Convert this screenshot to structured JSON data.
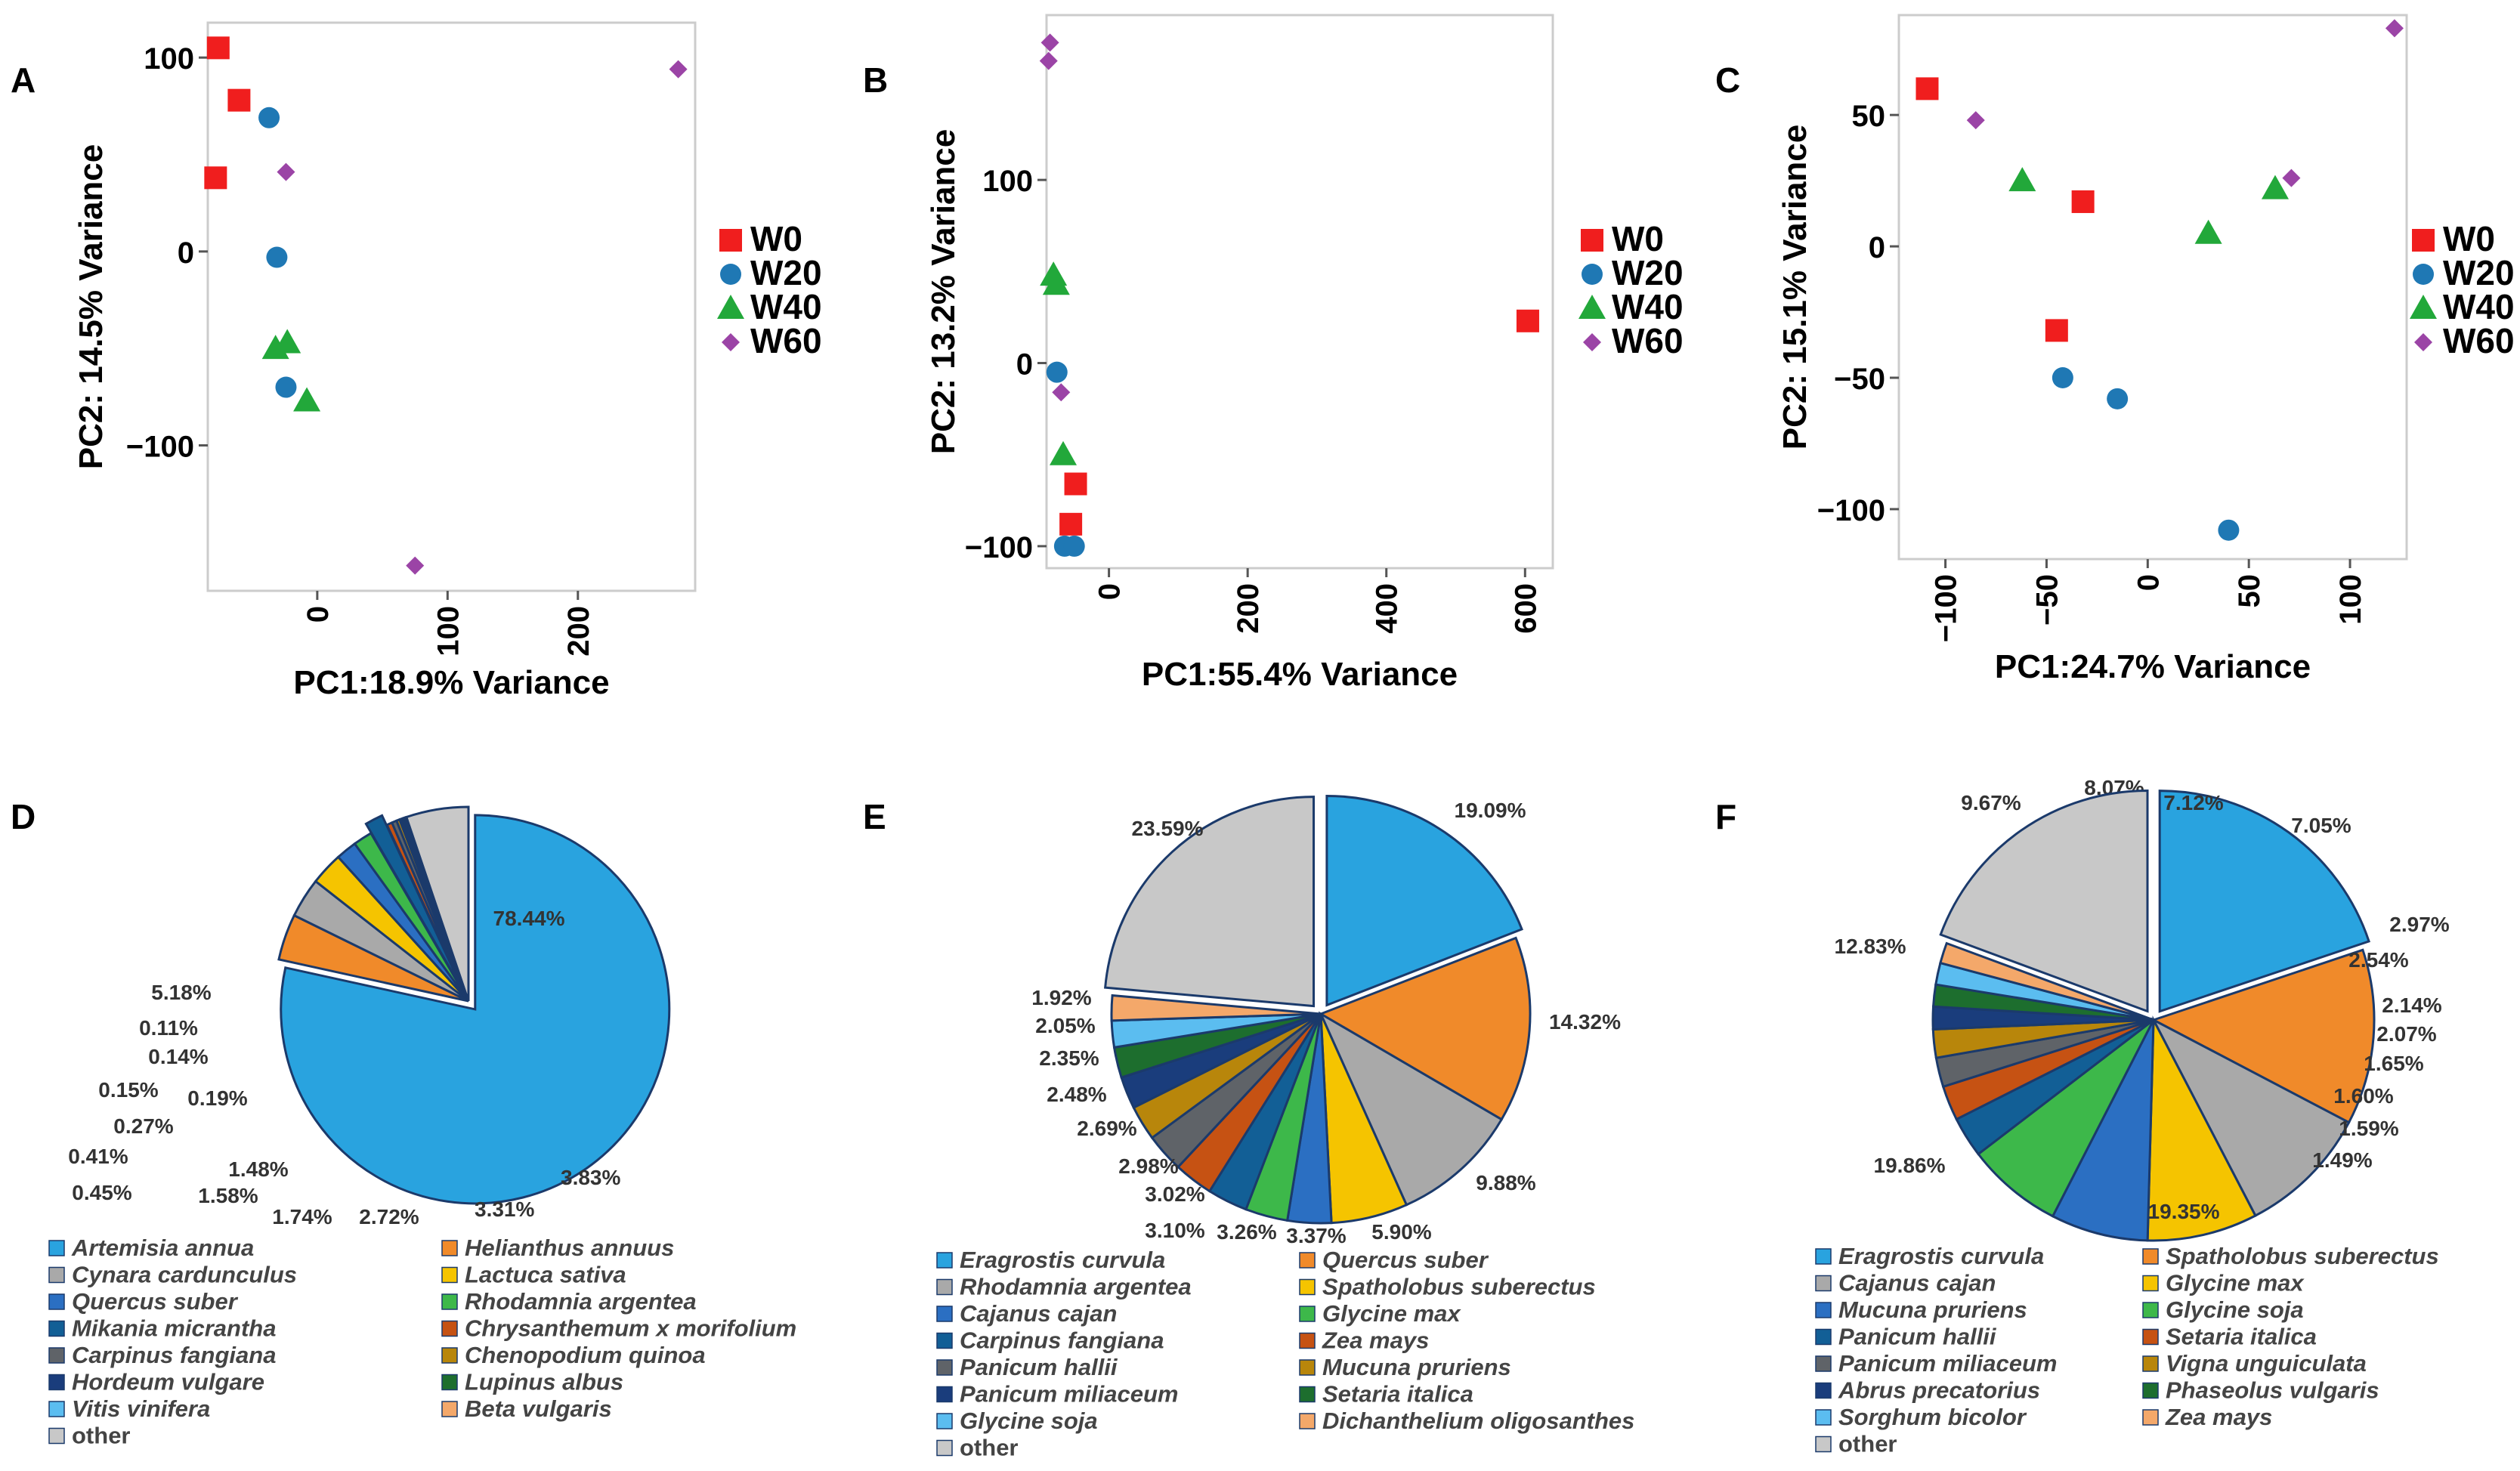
{
  "groups": [
    "W0",
    "W20",
    "W40",
    "W60"
  ],
  "colors": {
    "W0": "#f01e1e",
    "W20": "#1f78b4",
    "W40": "#22a83a",
    "W60": "#9b44a6"
  },
  "chart_data": [
    {
      "panel": "A",
      "type": "scatter",
      "xlabel": "PC1:18.9% Variance",
      "ylabel": "PC2:  14.5% Variance",
      "xlim": [
        -84,
        290
      ],
      "ylim": [
        -175,
        118
      ],
      "xticks": [
        0,
        100,
        200
      ],
      "yticks": [
        -100,
        0,
        100
      ],
      "series": [
        {
          "name": "W0",
          "marker": "square",
          "points": [
            [
              -76,
              105
            ],
            [
              -60,
              78
            ],
            [
              -78,
              38
            ]
          ]
        },
        {
          "name": "W20",
          "marker": "circle",
          "points": [
            [
              -37,
              69
            ],
            [
              -31,
              -3
            ],
            [
              -24,
              -70
            ]
          ]
        },
        {
          "name": "W40",
          "marker": "triangle",
          "points": [
            [
              -32,
              -50
            ],
            [
              -23,
              -47
            ],
            [
              -8,
              -77
            ]
          ]
        },
        {
          "name": "W60",
          "marker": "diamond",
          "points": [
            [
              277,
              94
            ],
            [
              -24,
              41
            ],
            [
              75,
              -162
            ]
          ]
        }
      ]
    },
    {
      "panel": "B",
      "type": "scatter",
      "xlabel": "PC1:55.4% Variance",
      "ylabel": "PC2:  13.2% Variance",
      "xlim": [
        -90,
        640
      ],
      "ylim": [
        -112,
        190
      ],
      "xticks": [
        0,
        200,
        400,
        600
      ],
      "yticks": [
        -100,
        0,
        100
      ],
      "series": [
        {
          "name": "W0",
          "marker": "square",
          "points": [
            [
              604,
              23
            ],
            [
              -48,
              -66
            ],
            [
              -55,
              -88
            ]
          ]
        },
        {
          "name": "W20",
          "marker": "circle",
          "points": [
            [
              -75,
              -5
            ],
            [
              -64,
              -100
            ],
            [
              -50,
              -100
            ]
          ]
        },
        {
          "name": "W40",
          "marker": "triangle",
          "points": [
            [
              -80,
              48
            ],
            [
              -76,
              43
            ],
            [
              -66,
              -50
            ]
          ]
        },
        {
          "name": "W60",
          "marker": "diamond",
          "points": [
            [
              -85,
              175
            ],
            [
              -87,
              165
            ],
            [
              -69,
              -16
            ]
          ]
        }
      ]
    },
    {
      "panel": "C",
      "type": "scatter",
      "xlabel": "PC1:24.7% Variance",
      "ylabel": "PC2:  15.1% Variance",
      "xlim": [
        -123,
        128
      ],
      "ylim": [
        -119,
        88
      ],
      "xticks": [
        -100,
        -50,
        0,
        50,
        100
      ],
      "yticks": [
        -100,
        -50,
        0,
        50
      ],
      "series": [
        {
          "name": "W0",
          "marker": "square",
          "points": [
            [
              -109,
              60
            ],
            [
              -32,
              17
            ],
            [
              -45,
              -32
            ]
          ]
        },
        {
          "name": "W20",
          "marker": "circle",
          "points": [
            [
              -42,
              -50
            ],
            [
              -15,
              -58
            ],
            [
              40,
              -108
            ]
          ]
        },
        {
          "name": "W40",
          "marker": "triangle",
          "points": [
            [
              -62,
              25
            ],
            [
              30,
              5
            ],
            [
              63,
              22
            ]
          ]
        },
        {
          "name": "W60",
          "marker": "diamond",
          "points": [
            [
              -85,
              48
            ],
            [
              71,
              26
            ],
            [
              122,
              83
            ]
          ]
        }
      ]
    },
    {
      "panel": "D",
      "type": "pie",
      "slices": [
        {
          "label": "Artemisia annua",
          "value": 78.44,
          "color": "#29a3df"
        },
        {
          "label": "Helianthus annuus",
          "value": 3.83,
          "color": "#f08a2a"
        },
        {
          "label": "Cynara cardunculus",
          "value": 3.31,
          "color": "#a9a9a9"
        },
        {
          "label": "Lactuca sativa",
          "value": 2.72,
          "color": "#f5c400"
        },
        {
          "label": "Quercus suber",
          "value": 1.74,
          "color": "#2b6fc2"
        },
        {
          "label": "Rhodamnia argentea",
          "value": 1.58,
          "color": "#3db84a"
        },
        {
          "label": "Mikania micrantha",
          "value": 1.48,
          "color": "#125f96"
        },
        {
          "label": "Chrysanthemum x morifolium",
          "value": 0.45,
          "color": "#c65213"
        },
        {
          "label": "Carpinus fangiana",
          "value": 0.41,
          "color": "#5f6368"
        },
        {
          "label": "Chenopodium quinoa",
          "value": 0.27,
          "color": "#b8860b"
        },
        {
          "label": "Hordeum vulgare",
          "value": 0.15,
          "color": "#1a3d7c"
        },
        {
          "label": "Lupinus albus",
          "value": 0.19,
          "color": "#1d6e2e"
        },
        {
          "label": "Vitis vinifera",
          "value": 0.14,
          "color": "#5bbdf0"
        },
        {
          "label": "Beta vulgaris",
          "value": 0.11,
          "color": "#f4a86a"
        },
        {
          "label": "other",
          "value": 5.18,
          "color": "#c8c8c8"
        }
      ],
      "legend": [
        "Artemisia annua",
        "Helianthus annuus",
        "Cynara cardunculus",
        "Lactuca sativa",
        "Quercus suber",
        "Rhodamnia argentea",
        "Mikania micrantha",
        "Chrysanthemum x morifolium",
        "Carpinus fangiana",
        "Chenopodium quinoa",
        "Hordeum vulgare",
        "Lupinus albus",
        "Vitis vinifera",
        "Beta vulgaris",
        "other"
      ]
    },
    {
      "panel": "E",
      "type": "pie",
      "slices": [
        {
          "label": "Eragrostis curvula",
          "value": 19.09,
          "color": "#29a3df"
        },
        {
          "label": "Quercus suber",
          "value": 14.32,
          "color": "#f08a2a"
        },
        {
          "label": "Rhodamnia argentea",
          "value": 9.88,
          "color": "#a9a9a9"
        },
        {
          "label": "Spatholobus suberectus",
          "value": 5.9,
          "color": "#f5c400"
        },
        {
          "label": "Cajanus cajan",
          "value": 3.37,
          "color": "#2b6fc2"
        },
        {
          "label": "Glycine max",
          "value": 3.26,
          "color": "#3db84a"
        },
        {
          "label": "Carpinus fangiana",
          "value": 3.1,
          "color": "#125f96"
        },
        {
          "label": "Zea mays",
          "value": 3.02,
          "color": "#c65213"
        },
        {
          "label": "Panicum hallii",
          "value": 2.98,
          "color": "#5f6368"
        },
        {
          "label": "Mucuna pruriens",
          "value": 2.69,
          "color": "#b8860b"
        },
        {
          "label": "Panicum miliaceum",
          "value": 2.48,
          "color": "#1a3d7c"
        },
        {
          "label": "Setaria italica",
          "value": 2.35,
          "color": "#1d6e2e"
        },
        {
          "label": "Glycine soja",
          "value": 2.05,
          "color": "#5bbdf0"
        },
        {
          "label": "Dichanthelium oligosanthes",
          "value": 1.92,
          "color": "#f4a86a"
        },
        {
          "label": "other",
          "value": 23.59,
          "color": "#c8c8c8"
        }
      ],
      "legend": [
        "Eragrostis curvula",
        "Quercus suber",
        "Rhodamnia argentea",
        "Spatholobus suberectus",
        "Cajanus cajan",
        "Glycine max",
        "Carpinus fangiana",
        "Zea mays",
        "Panicum hallii",
        "Mucuna pruriens",
        "Panicum miliaceum",
        "Setaria italica",
        "Glycine soja",
        "Dichanthelium oligosanthes",
        "other"
      ]
    },
    {
      "panel": "F",
      "type": "pie",
      "slices": [
        {
          "label": "Eragrostis curvula",
          "value": 19.86,
          "color": "#29a3df"
        },
        {
          "label": "Spatholobus suberectus",
          "value": 12.83,
          "color": "#f08a2a"
        },
        {
          "label": "Cajanus cajan",
          "value": 9.67,
          "color": "#a9a9a9"
        },
        {
          "label": "Glycine max",
          "value": 8.07,
          "color": "#f5c400"
        },
        {
          "label": "Mucuna pruriens",
          "value": 7.12,
          "color": "#2b6fc2"
        },
        {
          "label": "Glycine soja",
          "value": 7.05,
          "color": "#3db84a"
        },
        {
          "label": "Panicum hallii",
          "value": 2.97,
          "color": "#125f96"
        },
        {
          "label": "Setaria italica",
          "value": 2.54,
          "color": "#c65213"
        },
        {
          "label": "Panicum miliaceum",
          "value": 2.14,
          "color": "#5f6368"
        },
        {
          "label": "Vigna unguiculata",
          "value": 2.07,
          "color": "#b8860b"
        },
        {
          "label": "Abrus precatorius",
          "value": 1.65,
          "color": "#1a3d7c"
        },
        {
          "label": "Phaseolus vulgaris",
          "value": 1.6,
          "color": "#1d6e2e"
        },
        {
          "label": "Sorghum bicolor",
          "value": 1.59,
          "color": "#5bbdf0"
        },
        {
          "label": "Zea mays",
          "value": 1.49,
          "color": "#f4a86a"
        },
        {
          "label": "other",
          "value": 19.35,
          "color": "#c8c8c8"
        }
      ],
      "legend": [
        "Eragrostis curvula",
        "Spatholobus suberectus",
        "Cajanus cajan",
        "Glycine max",
        "Mucuna pruriens",
        "Glycine soja",
        "Panicum hallii",
        "Setaria italica",
        "Panicum miliaceum",
        "Vigna unguiculata",
        "Abrus precatorius",
        "Phaseolus vulgaris",
        "Sorghum bicolor",
        "Zea mays",
        "other"
      ]
    }
  ]
}
